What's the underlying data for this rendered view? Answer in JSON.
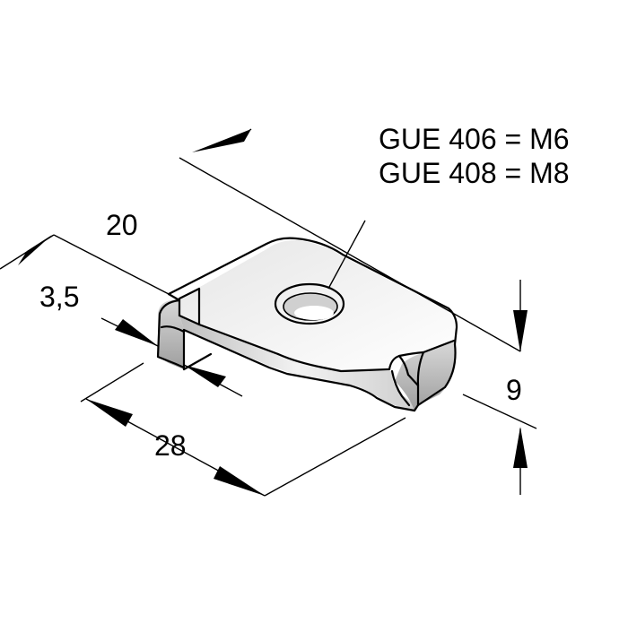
{
  "labels": {
    "variant_1": "GUE 406 = M6",
    "variant_2": "GUE 408 = M8",
    "dim_width": "20",
    "dim_thickness": "3,5",
    "dim_length": "28",
    "dim_height": "9"
  }
}
